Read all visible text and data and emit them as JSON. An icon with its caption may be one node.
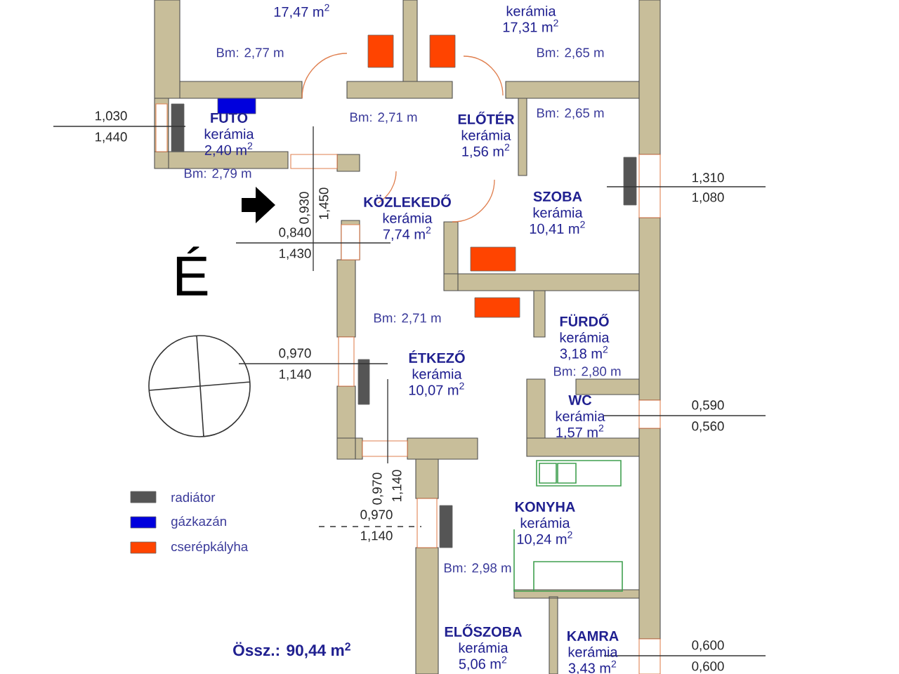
{
  "diagram": {
    "nodes": [
      {
        "text": [
          "17,47 m$^{2}$"
        ]
      },
      {
        "text": [
          "kerámia",
          "17,31 m$^{2}$"
        ]
      },
      {
        "text": [
          "FUTO",
          "kerámia",
          "2,40 m$^{2}$"
        ]
      },
      {
        "text": [
          "ELŐTÉR",
          "kerámia",
          "1,56 m$^{2}$"
        ]
      },
      {
        "text": [
          "KÖZLEKEDŐ",
          "kerámia",
          "7,74 m$^{2}$"
        ]
      },
      {
        "text": [
          "SZOBA",
          "kerámia",
          "10,41 m$^{2}$"
        ]
      },
      {
        "text": [
          "FÜRDŐ",
          "kerámia",
          "3,18 m$^{2}$"
        ]
      },
      {
        "text": [
          "ÉTKEZŐ",
          "kerámia",
          "10,07 m$^{2}$"
        ]
      },
      {
        "text": [
          "WC",
          "kerámia",
          "1,57 m$^{2}$"
        ]
      },
      {
        "text": [
          "KONYHA",
          "kerámia",
          "10,24 m$^{2}$"
        ]
      },
      {
        "text": [
          "ELŐSZOBA",
          "kerámia",
          "5,06 m$^{2}$"
        ]
      },
      {
        "text": [
          "KAMRA",
          "kerámia",
          "3,43 m$^{2}$"
        ]
      }
    ],
    "labels": [
      "Bm: 2,77 m",
      "Bm: 2,65 m",
      "1,030",
      "1,440",
      "Bm: 2,71 m",
      "Bm: 2,65 m",
      "Bm: 2,79 m",
      "1,310",
      "1,080",
      "0,930",
      "1,450",
      "0,840",
      "1,430",
      "É",
      "Bm: 2,71 m",
      "0,970",
      "1,140",
      "Bm: 2,80 m",
      "0,590",
      "0,560",
      "0,970",
      "1,140",
      "0,970",
      "1,140",
      "Bm: 2,98 m",
      "Össz.: 90,44 m$^{2}$",
      "0,600",
      "0,600"
    ],
    "legend": [
      {
        "text": "radiátor",
        "color": "#555555"
      },
      {
        "text": "gázkazán",
        "color": "#0000dd"
      },
      {
        "text": "cserépkályha",
        "color": "#ff4400"
      }
    ]
  }
}
